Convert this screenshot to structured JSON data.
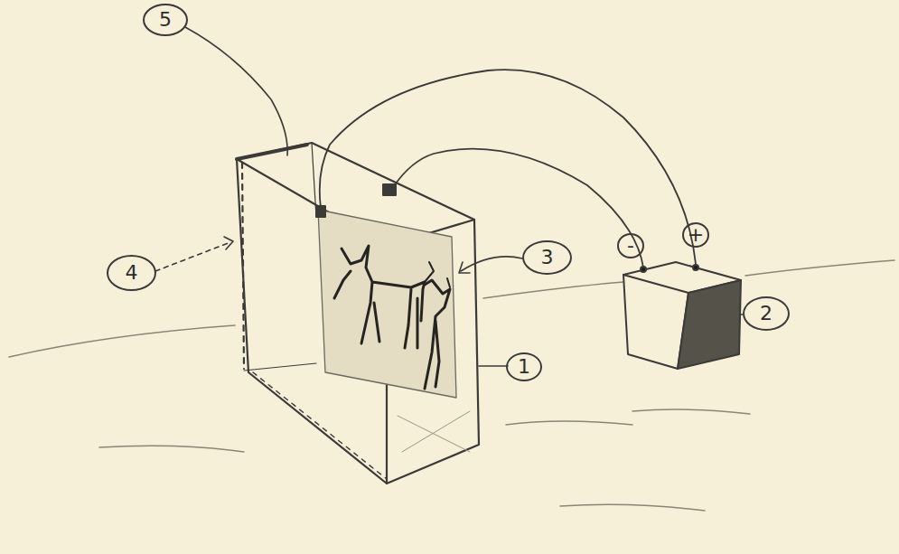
{
  "diagram": {
    "nodes": [
      {
        "text": [
          "5"
        ]
      },
      {
        "text": [
          "4"
        ]
      },
      {
        "text": [
          "3"
        ]
      },
      {
        "text": [
          "-"
        ]
      },
      {
        "text": [
          "+"
        ]
      },
      {
        "text": [
          "2"
        ]
      },
      {
        "text": [
          "1"
        ]
      }
    ]
  }
}
